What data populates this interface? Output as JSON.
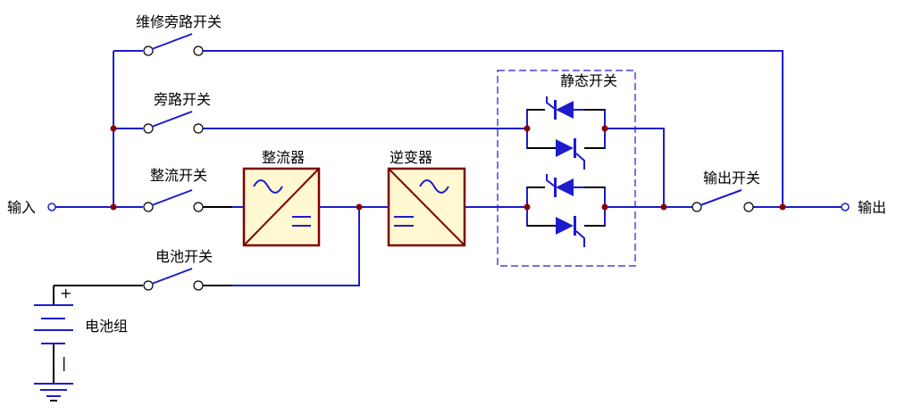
{
  "labels": {
    "input": "输入",
    "output": "输出",
    "maintenance_bypass_switch": "维修旁路开关",
    "bypass_switch": "旁路开关",
    "rectifier_switch": "整流开关",
    "battery_switch": "电池开关",
    "rectifier": "整流器",
    "inverter": "逆变器",
    "static_switch": "静态开关",
    "output_switch": "输出开关",
    "battery_bank": "电池组",
    "battery_plus": "+",
    "battery_minus": "|"
  },
  "colors": {
    "wire": "#1c1ccc",
    "junction": "#8b0000",
    "box_fill": "#fff8d0",
    "box_border": "#800000"
  }
}
